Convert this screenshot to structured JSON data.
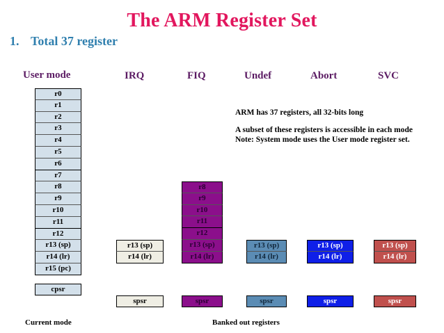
{
  "title": "The ARM Register Set",
  "subtitle": {
    "number": "1.",
    "text": "Total 37 register"
  },
  "columns": {
    "user": {
      "header": "User mode"
    },
    "irq": {
      "header": "IRQ"
    },
    "fiq": {
      "header": "FIQ"
    },
    "undef": {
      "header": "Undef"
    },
    "abort": {
      "header": "Abort"
    },
    "svc": {
      "header": "SVC"
    }
  },
  "registers": {
    "user_mode": [
      "r0",
      "r1",
      "r2",
      "r3",
      "r4",
      "r5",
      "r6",
      "r7",
      "r8",
      "r9",
      "r10",
      "r11",
      "r12",
      "r13 (sp)",
      "r14 (lr)",
      "r15 (pc)"
    ],
    "user_status": "cpsr",
    "irq": [
      "r13 (sp)",
      "r14 (lr)"
    ],
    "fiq": [
      "r8",
      "r9",
      "r10",
      "r11",
      "r12",
      "r13 (sp)",
      "r14 (lr)"
    ],
    "undef": [
      "r13 (sp)",
      "r14 (lr)"
    ],
    "abort": [
      "r13 (sp)",
      "r14 (lr)"
    ],
    "svc": [
      "r13 (sp)",
      "r14 (lr)"
    ],
    "spsr_label": "spsr"
  },
  "info": {
    "line1": "ARM has 37 registers, all 32-bits long",
    "line2": "A subset of these registers is accessible in each mode",
    "line3": "Note: System mode uses the User mode register set."
  },
  "footer": {
    "left": "Current mode",
    "right": "Banked out registers"
  },
  "colors": {
    "title": "#e2175e",
    "subtitle": "#2f7fae",
    "header": "#5b1b63",
    "user_box": "#d3e0ea",
    "irq_box": "#efeee4",
    "fiq_box": "#8b0f8b",
    "undef_box": "#5b8cb4",
    "abort_box": "#0f1fe8",
    "svc_box": "#c0504d"
  }
}
